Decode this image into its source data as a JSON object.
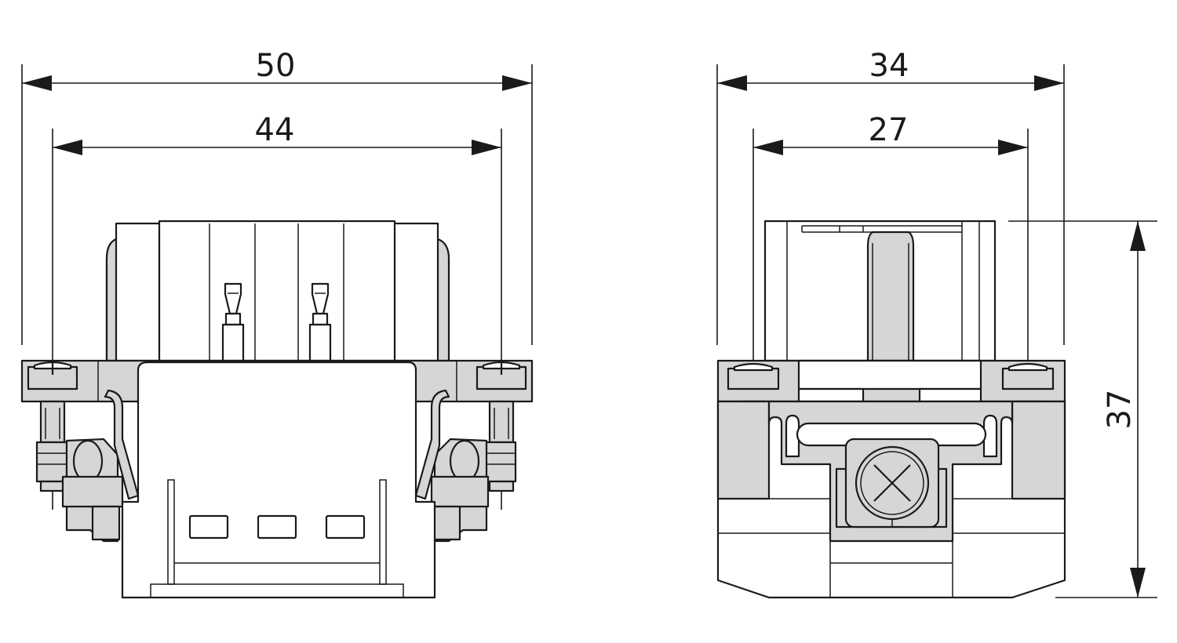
{
  "dimensions": {
    "front_overall": "50",
    "front_inner": "44",
    "side_overall": "34",
    "side_inner": "27",
    "side_height": "37"
  },
  "colors": {
    "line": "#1a1a1a",
    "part_fill": "#d6d6d6",
    "background": "#ffffff"
  }
}
